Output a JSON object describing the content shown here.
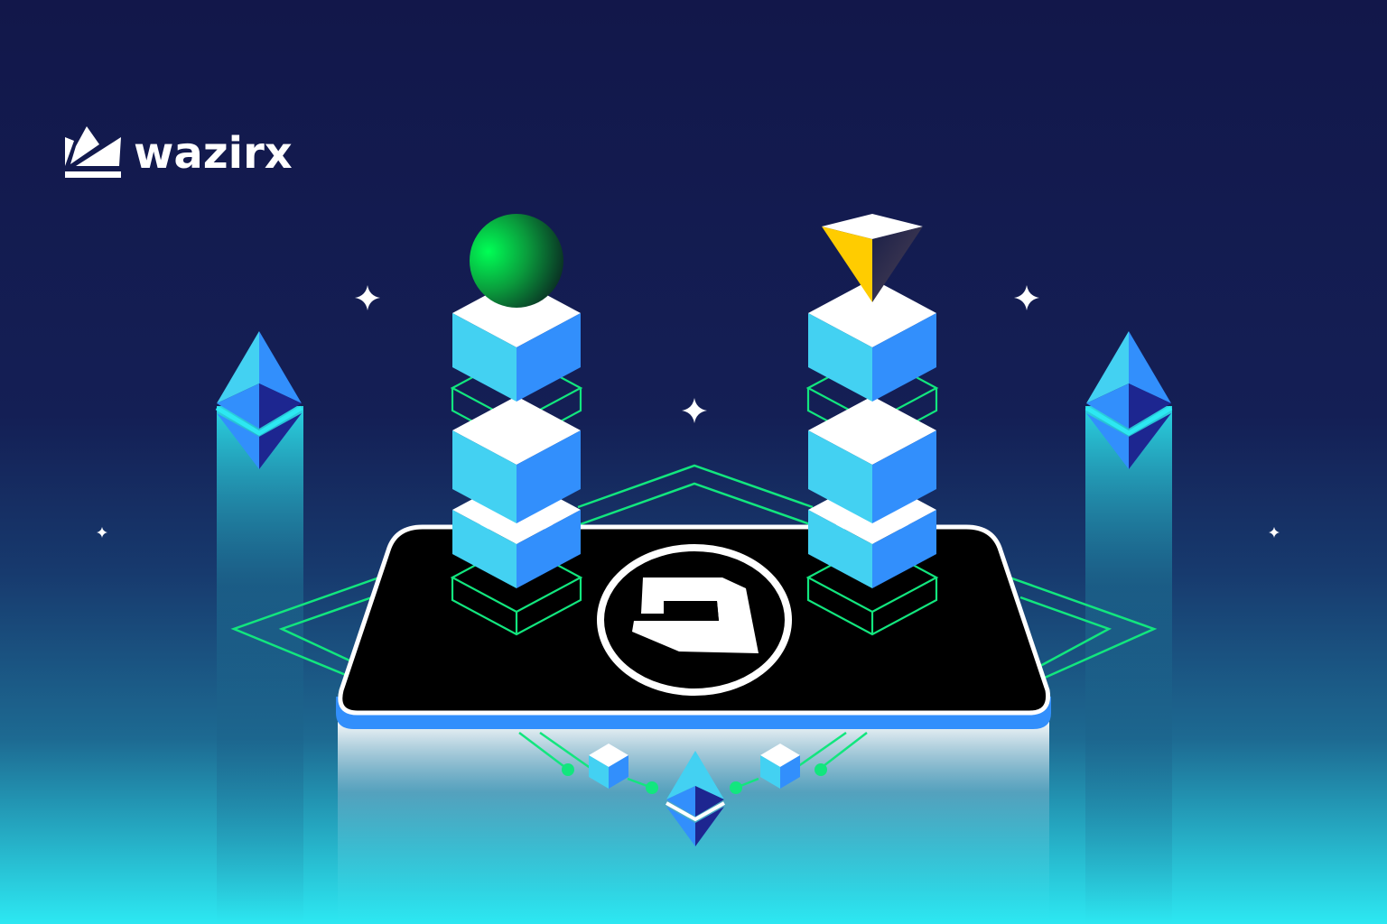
{
  "brand": {
    "name": "wazirx",
    "logo_icon": "crown-icon"
  },
  "colors": {
    "bg_top": "#12174a",
    "bg_mid": "#17316a",
    "bg_bottom": "#2de8f2",
    "cube_top": "#ffffff",
    "cube_left": "#43d1f2",
    "cube_right": "#328ffc",
    "neon_green": "#12e67e",
    "platform": "#000000",
    "platform_rim": "#328ffc",
    "sphere": "#00e64a",
    "pyramid": "#ffcc00",
    "eth_light": "#43d1f2",
    "eth_mid": "#328ffc",
    "eth_dark": "#1d2690"
  },
  "illustration": {
    "center_emblem": "sandbox-s-logo-icon",
    "left_tower_top": "green-sphere",
    "right_tower_top": "yellow-pyramid",
    "side_icons": [
      "ethereum-icon",
      "ethereum-icon"
    ],
    "bottom_icon": "ethereum-icon",
    "sparkles": 5
  }
}
